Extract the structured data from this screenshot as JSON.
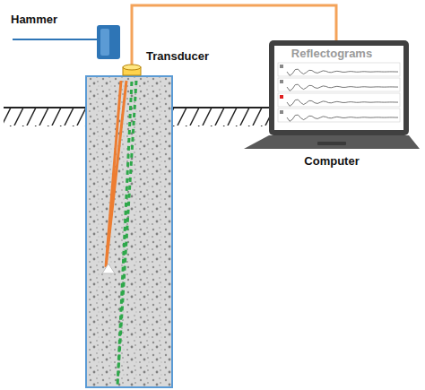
{
  "diagram": {
    "nodes": [
      {
        "text": [
          "Transducer"
        ]
      },
      {
        "text": [
          "Reflectograms",
          "Computer"
        ]
      }
    ],
    "edges": [
      {
        "from": 0,
        "to": 1,
        "arrow": "none"
      }
    ],
    "labels": [
      "Hammer"
    ]
  }
}
